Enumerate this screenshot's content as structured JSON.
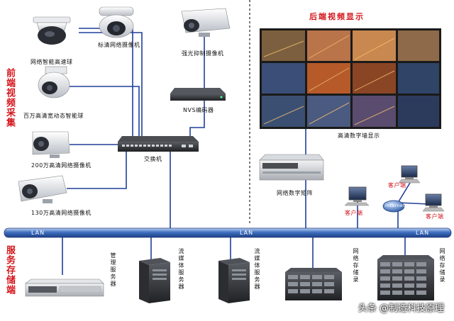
{
  "sections": {
    "front": "前端视频采集",
    "back": "后端视频显示",
    "server": "服务存储端"
  },
  "devices": {
    "speed_dome": "网络智能高速球",
    "sd_camera": "标清网络摄像机",
    "strong_light_camera": "强光抑制摄像机",
    "mega_dome": "百万高清宽动态智能球",
    "cam_200": "200万高清网络摄像机",
    "cam_130": "130万高清网络摄像机",
    "switch": "交换机",
    "nvs": "NVS编码器",
    "video_wall": "高清数字墙显示",
    "matrix": "网络数字矩阵",
    "client": "客户端",
    "internet": "Internet",
    "mgmt_server": "管理服务器",
    "stream_server": "流媒体服务器",
    "storage": "网络存储录"
  },
  "lan_label": "LAN",
  "watermark": "头条 @制造科技原理",
  "colors": {
    "accent_red": "#d4141a",
    "lan_blue": "#2f5fb0",
    "wire_blue": "#1f3f9a"
  }
}
